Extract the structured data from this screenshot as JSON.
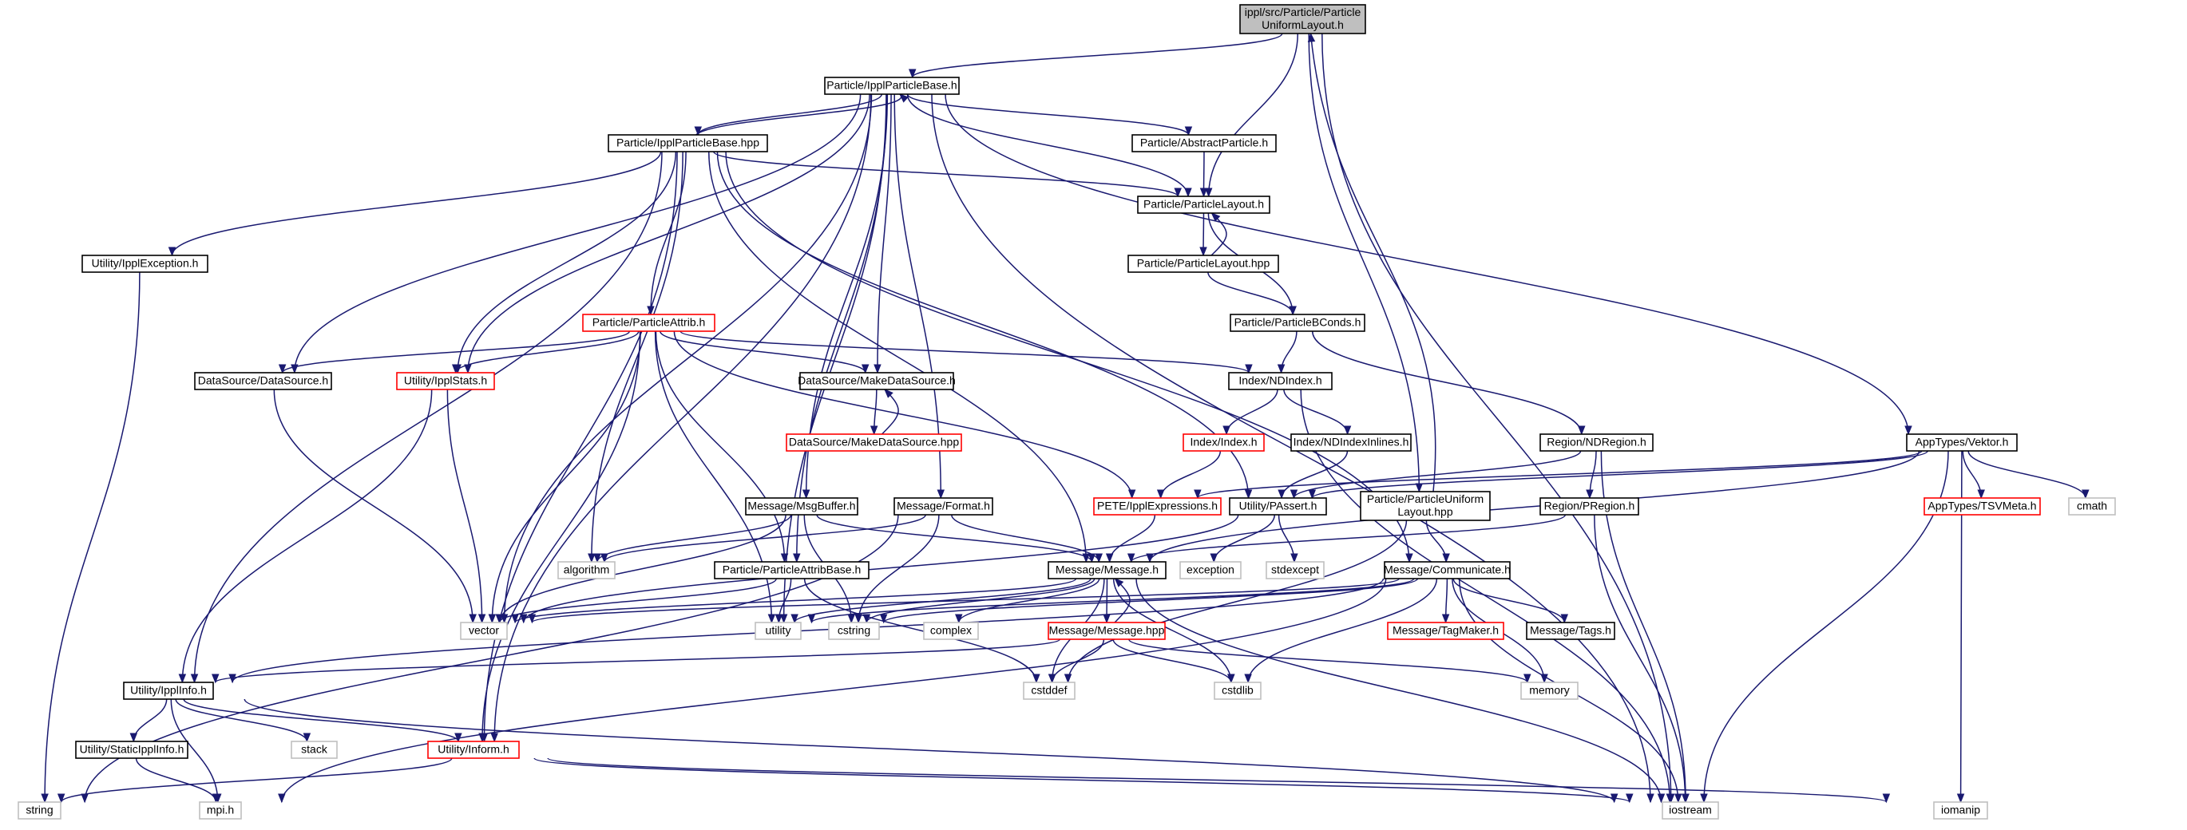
{
  "diagram": {
    "root_node_id": "n0",
    "nodes": [
      {
        "id": "n0",
        "label": [
          "ippl/src/Particle/Particle",
          "UniformLayout.h"
        ],
        "kind": "root"
      },
      {
        "id": "n1",
        "label": [
          "Particle/IpplParticleBase.h"
        ],
        "kind": "normal"
      },
      {
        "id": "n2",
        "label": [
          "Particle/IpplParticleBase.hpp"
        ],
        "kind": "normal"
      },
      {
        "id": "n3",
        "label": [
          "Particle/AbstractParticle.h"
        ],
        "kind": "normal"
      },
      {
        "id": "n4",
        "label": [
          "Particle/ParticleLayout.h"
        ],
        "kind": "normal"
      },
      {
        "id": "n5",
        "label": [
          "Particle/ParticleLayout.hpp"
        ],
        "kind": "normal"
      },
      {
        "id": "n6",
        "label": [
          "Particle/ParticleBConds.h"
        ],
        "kind": "normal"
      },
      {
        "id": "n7",
        "label": [
          "Utility/IpplException.h"
        ],
        "kind": "normal"
      },
      {
        "id": "n8",
        "label": [
          "Particle/ParticleAttrib.h"
        ],
        "kind": "truncated"
      },
      {
        "id": "n9",
        "label": [
          "DataSource/DataSource.h"
        ],
        "kind": "normal"
      },
      {
        "id": "n10",
        "label": [
          "Utility/IpplStats.h"
        ],
        "kind": "truncated"
      },
      {
        "id": "n11",
        "label": [
          "DataSource/MakeDataSource.h"
        ],
        "kind": "normal"
      },
      {
        "id": "n12",
        "label": [
          "DataSource/MakeDataSource.hpp"
        ],
        "kind": "truncated"
      },
      {
        "id": "n13",
        "label": [
          "Index/NDIndex.h"
        ],
        "kind": "normal"
      },
      {
        "id": "n14",
        "label": [
          "Index/Index.h"
        ],
        "kind": "truncated"
      },
      {
        "id": "n15",
        "label": [
          "Index/NDIndexInlines.h"
        ],
        "kind": "normal"
      },
      {
        "id": "n16",
        "label": [
          "Region/NDRegion.h"
        ],
        "kind": "normal"
      },
      {
        "id": "n17",
        "label": [
          "AppTypes/Vektor.h"
        ],
        "kind": "normal"
      },
      {
        "id": "n18",
        "label": [
          "AppTypes/TSVMeta.h"
        ],
        "kind": "truncated"
      },
      {
        "id": "n19",
        "label": [
          "cmath"
        ],
        "kind": "system"
      },
      {
        "id": "n20",
        "label": [
          "Region/PRegion.h"
        ],
        "kind": "normal"
      },
      {
        "id": "n21",
        "label": [
          "Utility/PAssert.h"
        ],
        "kind": "normal"
      },
      {
        "id": "n22",
        "label": [
          "PETE/IpplExpressions.h"
        ],
        "kind": "truncated"
      },
      {
        "id": "n23",
        "label": [
          "Message/MsgBuffer.h"
        ],
        "kind": "normal"
      },
      {
        "id": "n24",
        "label": [
          "Message/Format.h"
        ],
        "kind": "normal"
      },
      {
        "id": "n25",
        "label": [
          "Particle/ParticleUniform",
          "Layout.hpp"
        ],
        "kind": "normal"
      },
      {
        "id": "n26",
        "label": [
          "algorithm"
        ],
        "kind": "system"
      },
      {
        "id": "n27",
        "label": [
          "Particle/ParticleAttribBase.h"
        ],
        "kind": "normal"
      },
      {
        "id": "n28",
        "label": [
          "Message/Message.h"
        ],
        "kind": "normal"
      },
      {
        "id": "n29",
        "label": [
          "exception"
        ],
        "kind": "system"
      },
      {
        "id": "n30",
        "label": [
          "stdexcept"
        ],
        "kind": "system"
      },
      {
        "id": "n31",
        "label": [
          "Message/Communicate.h"
        ],
        "kind": "normal"
      },
      {
        "id": "n32",
        "label": [
          "vector"
        ],
        "kind": "system"
      },
      {
        "id": "n33",
        "label": [
          "utility"
        ],
        "kind": "system"
      },
      {
        "id": "n34",
        "label": [
          "cstring"
        ],
        "kind": "system"
      },
      {
        "id": "n35",
        "label": [
          "complex"
        ],
        "kind": "system"
      },
      {
        "id": "n36",
        "label": [
          "Message/Message.hpp"
        ],
        "kind": "truncated"
      },
      {
        "id": "n37",
        "label": [
          "Message/TagMaker.h"
        ],
        "kind": "truncated"
      },
      {
        "id": "n38",
        "label": [
          "Message/Tags.h"
        ],
        "kind": "normal"
      },
      {
        "id": "n39",
        "label": [
          "Utility/IpplInfo.h"
        ],
        "kind": "normal"
      },
      {
        "id": "n40",
        "label": [
          "cstddef"
        ],
        "kind": "system"
      },
      {
        "id": "n41",
        "label": [
          "cstdlib"
        ],
        "kind": "system"
      },
      {
        "id": "n42",
        "label": [
          "memory"
        ],
        "kind": "system"
      },
      {
        "id": "n43",
        "label": [
          "Utility/StaticIpplInfo.h"
        ],
        "kind": "normal"
      },
      {
        "id": "n44",
        "label": [
          "stack"
        ],
        "kind": "system"
      },
      {
        "id": "n45",
        "label": [
          "Utility/Inform.h"
        ],
        "kind": "truncated"
      },
      {
        "id": "n46",
        "label": [
          "string"
        ],
        "kind": "system"
      },
      {
        "id": "n47",
        "label": [
          "mpi.h"
        ],
        "kind": "system"
      },
      {
        "id": "n48",
        "label": [
          "iostream"
        ],
        "kind": "system"
      },
      {
        "id": "n49",
        "label": [
          "iomanip"
        ],
        "kind": "system"
      }
    ],
    "edges": [
      [
        "n0",
        "n1"
      ],
      [
        "n0",
        "n48"
      ],
      [
        "n0",
        "n4"
      ],
      [
        "n0",
        "n25"
      ],
      [
        "n1",
        "n2"
      ],
      [
        "n1",
        "n3"
      ],
      [
        "n1",
        "n4"
      ],
      [
        "n1",
        "n17"
      ],
      [
        "n1",
        "n9"
      ],
      [
        "n1",
        "n11"
      ],
      [
        "n1",
        "n10"
      ],
      [
        "n1",
        "n23"
      ],
      [
        "n1",
        "n24"
      ],
      [
        "n1",
        "n27"
      ],
      [
        "n1",
        "n32"
      ],
      [
        "n1",
        "n33"
      ],
      [
        "n1",
        "n45"
      ],
      [
        "n1",
        "n48"
      ],
      [
        "n2",
        "n1"
      ],
      [
        "n2",
        "n4"
      ],
      [
        "n2",
        "n7"
      ],
      [
        "n2",
        "n8"
      ],
      [
        "n2",
        "n10"
      ],
      [
        "n2",
        "n21"
      ],
      [
        "n2",
        "n28"
      ],
      [
        "n2",
        "n31"
      ],
      [
        "n2",
        "n26"
      ],
      [
        "n2",
        "n39"
      ],
      [
        "n2",
        "n45"
      ],
      [
        "n3",
        "n4"
      ],
      [
        "n4",
        "n5"
      ],
      [
        "n4",
        "n6"
      ],
      [
        "n5",
        "n4"
      ],
      [
        "n5",
        "n6"
      ],
      [
        "n6",
        "n13"
      ],
      [
        "n6",
        "n16"
      ],
      [
        "n7",
        "n46"
      ],
      [
        "n8",
        "n9"
      ],
      [
        "n8",
        "n10"
      ],
      [
        "n8",
        "n11"
      ],
      [
        "n8",
        "n13"
      ],
      [
        "n8",
        "n22"
      ],
      [
        "n8",
        "n27"
      ],
      [
        "n8",
        "n32"
      ],
      [
        "n8",
        "n33"
      ],
      [
        "n8",
        "n45"
      ],
      [
        "n9",
        "n32"
      ],
      [
        "n10",
        "n39"
      ],
      [
        "n10",
        "n32"
      ],
      [
        "n11",
        "n12"
      ],
      [
        "n12",
        "n11"
      ],
      [
        "n13",
        "n14"
      ],
      [
        "n13",
        "n15"
      ],
      [
        "n13",
        "n48"
      ],
      [
        "n14",
        "n22"
      ],
      [
        "n15",
        "n21"
      ],
      [
        "n16",
        "n20"
      ],
      [
        "n16",
        "n21"
      ],
      [
        "n16",
        "n48"
      ],
      [
        "n17",
        "n18"
      ],
      [
        "n17",
        "n19"
      ],
      [
        "n17",
        "n21"
      ],
      [
        "n17",
        "n22"
      ],
      [
        "n17",
        "n28"
      ],
      [
        "n17",
        "n48"
      ],
      [
        "n17",
        "n49"
      ],
      [
        "n20",
        "n28"
      ],
      [
        "n20",
        "n48"
      ],
      [
        "n21",
        "n29"
      ],
      [
        "n21",
        "n30"
      ],
      [
        "n21",
        "n32"
      ],
      [
        "n22",
        "n28"
      ],
      [
        "n23",
        "n26"
      ],
      [
        "n23",
        "n28"
      ],
      [
        "n23",
        "n32"
      ],
      [
        "n23",
        "n34"
      ],
      [
        "n24",
        "n28"
      ],
      [
        "n24",
        "n26"
      ],
      [
        "n24",
        "n34"
      ],
      [
        "n24",
        "n46"
      ],
      [
        "n25",
        "n0"
      ],
      [
        "n25",
        "n31"
      ],
      [
        "n25",
        "n40"
      ],
      [
        "n27",
        "n32"
      ],
      [
        "n27",
        "n33"
      ],
      [
        "n27",
        "n40"
      ],
      [
        "n28",
        "n36"
      ],
      [
        "n28",
        "n32"
      ],
      [
        "n28",
        "n33"
      ],
      [
        "n28",
        "n34"
      ],
      [
        "n28",
        "n35"
      ],
      [
        "n28",
        "n40"
      ],
      [
        "n28",
        "n41"
      ],
      [
        "n28",
        "n48"
      ],
      [
        "n31",
        "n32"
      ],
      [
        "n31",
        "n33"
      ],
      [
        "n31",
        "n34"
      ],
      [
        "n31",
        "n37"
      ],
      [
        "n31",
        "n38"
      ],
      [
        "n31",
        "n41"
      ],
      [
        "n31",
        "n42"
      ],
      [
        "n31",
        "n47"
      ],
      [
        "n31",
        "n48"
      ],
      [
        "n31",
        "n39"
      ],
      [
        "n36",
        "n28"
      ],
      [
        "n36",
        "n39"
      ],
      [
        "n36",
        "n40"
      ],
      [
        "n36",
        "n41"
      ],
      [
        "n36",
        "n42"
      ],
      [
        "n39",
        "n43"
      ],
      [
        "n39",
        "n44"
      ],
      [
        "n39",
        "n45"
      ],
      [
        "n39",
        "n47"
      ],
      [
        "n39",
        "n48"
      ],
      [
        "n43",
        "n47"
      ],
      [
        "n45",
        "n46"
      ],
      [
        "n45",
        "n48"
      ],
      [
        "n45",
        "n49"
      ]
    ]
  }
}
